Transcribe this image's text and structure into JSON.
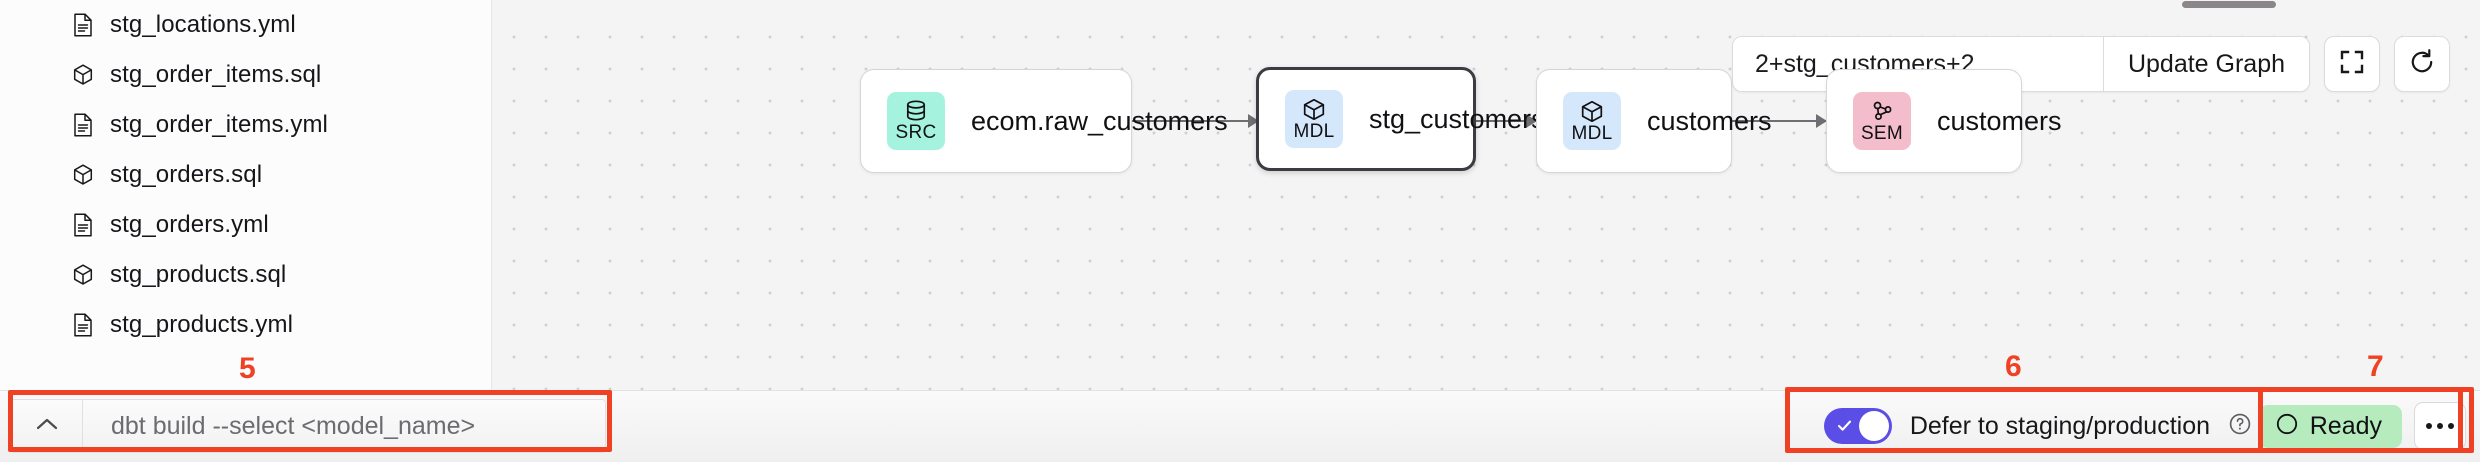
{
  "sidebar": {
    "files": [
      {
        "label": "stg_locations.yml",
        "icon": "file-yml-icon"
      },
      {
        "label": "stg_order_items.sql",
        "icon": "cube-sql-icon"
      },
      {
        "label": "stg_order_items.yml",
        "icon": "file-yml-icon"
      },
      {
        "label": "stg_orders.sql",
        "icon": "cube-sql-icon"
      },
      {
        "label": "stg_orders.yml",
        "icon": "file-yml-icon"
      },
      {
        "label": "stg_products.sql",
        "icon": "cube-sql-icon"
      },
      {
        "label": "stg_products.yml",
        "icon": "file-yml-icon"
      }
    ]
  },
  "graph": {
    "toolbar": {
      "selector_value": "2+stg_customers+2",
      "selector_placeholder": "2+stg_customers+2",
      "update_button": "Update Graph",
      "fit_view_icon": "fullscreen-icon",
      "refresh_icon": "refresh-icon"
    },
    "nodes": [
      {
        "badge": "SRC",
        "label": "ecom.raw_customers",
        "badge_color": "#a5f3df",
        "icon": "database-icon",
        "selected": false
      },
      {
        "badge": "MDL",
        "label": "stg_customers",
        "badge_color": "#d5e7fb",
        "icon": "cube-icon",
        "selected": true
      },
      {
        "badge": "MDL",
        "label": "customers",
        "badge_color": "#d5e7fb",
        "icon": "cube-icon",
        "selected": false
      },
      {
        "badge": "SEM",
        "label": "customers",
        "badge_color": "#f4bdcb",
        "icon": "semantic-icon",
        "selected": false
      }
    ]
  },
  "bottom_bar": {
    "command": {
      "toggle_icon": "chevron-up-icon",
      "placeholder": "dbt build --select <model_name>",
      "value": ""
    },
    "defer": {
      "enabled": true,
      "label": "Defer to staging/production",
      "help_icon": "help-circle-icon"
    },
    "status": {
      "badge_label": "Ready",
      "badge_icon": "circle-icon",
      "more_icon": "ellipsis-icon"
    }
  },
  "annotations": [
    {
      "number": "5"
    },
    {
      "number": "6"
    },
    {
      "number": "7"
    }
  ],
  "colors": {
    "accent_red": "#ef4123",
    "toggle_on": "#5b4ee6",
    "ready_green": "#b6ecbd"
  }
}
